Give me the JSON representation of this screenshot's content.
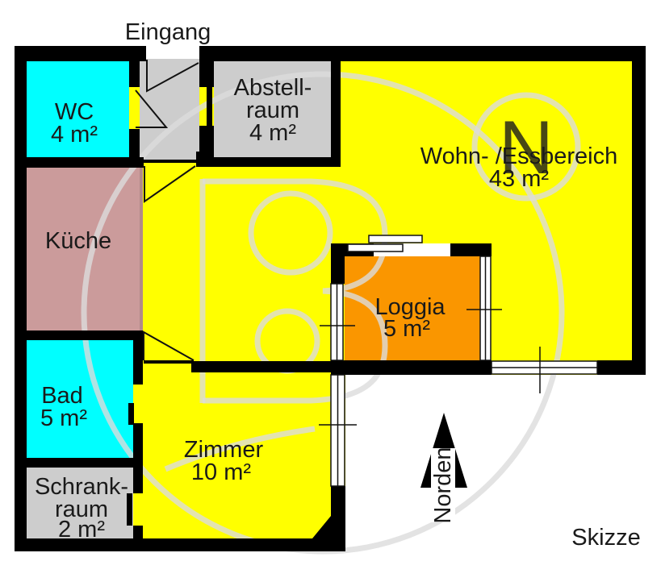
{
  "plan": {
    "rooms": {
      "wc": {
        "name": "WC",
        "area": "4 m²"
      },
      "abstellraum": {
        "name_line1": "Abstell-",
        "name_line2": "raum",
        "area": "4 m²"
      },
      "wohn_essbereich": {
        "name": "Wohn- /Essbereich",
        "area": "43 m²"
      },
      "kueche": {
        "name": "Küche"
      },
      "loggia": {
        "name": "Loggia",
        "area": "5 m²"
      },
      "bad": {
        "name": "Bad",
        "area": "5 m²"
      },
      "schrankraum": {
        "name_line1": "Schrank-",
        "name_line2": "raum",
        "area": "2 m²"
      },
      "zimmer": {
        "name": "Zimmer",
        "area": "10 m²"
      }
    },
    "annotations": {
      "entrance": "Eingang",
      "north": "Norden",
      "sketch": "Skizze",
      "watermark_letter": "N"
    }
  },
  "colors": {
    "living_yellow": "#FFFF00",
    "loggia_orange": "#FA9600",
    "wet_room_cyan": "#00FFFF",
    "kitchen_rose": "#CB9B9B",
    "kitchen_edge": "#B28989",
    "storage_gray": "#CDCDCD",
    "wall_black": "#000000",
    "text_dark": "#1A1A1A",
    "watermark_gray": "#DCDCDC"
  }
}
